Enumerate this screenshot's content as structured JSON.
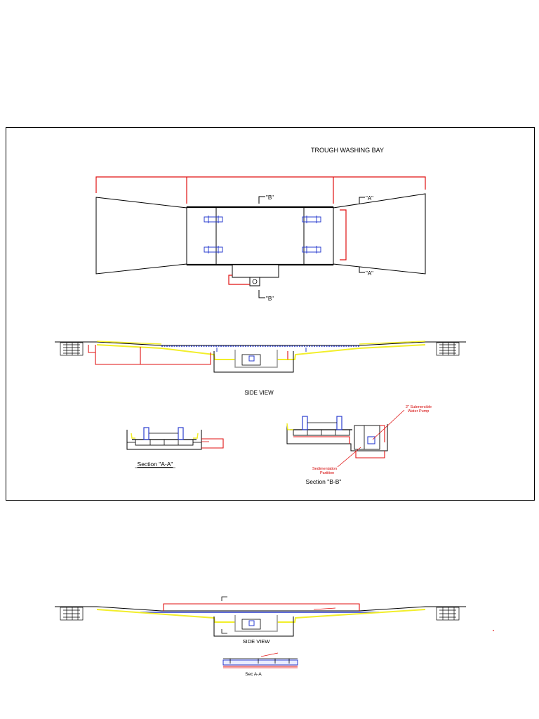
{
  "titles": {
    "main": "TROUGH WASHING BAY",
    "side_view": "SIDE VIEW",
    "section_aa": "Section \"A-A\"",
    "section_bb": "Section \"B-B\"",
    "side_view_2": "SIDE VIEW",
    "sec_aa_2": "Sec A-A"
  },
  "markers": {
    "a_top": "\"A\"",
    "a_bottom": "\"A\"",
    "b_top": "\"B\"",
    "b_bottom": "\"B\""
  },
  "callouts": {
    "pump": "2\" Submersible\nWater Pump",
    "partition": "Sedimentation\nPartition"
  },
  "colors": {
    "outline": "#000000",
    "dimension": "#e01010",
    "fill_line": "#f2ee2a",
    "fixture": "#2a3ccf"
  }
}
